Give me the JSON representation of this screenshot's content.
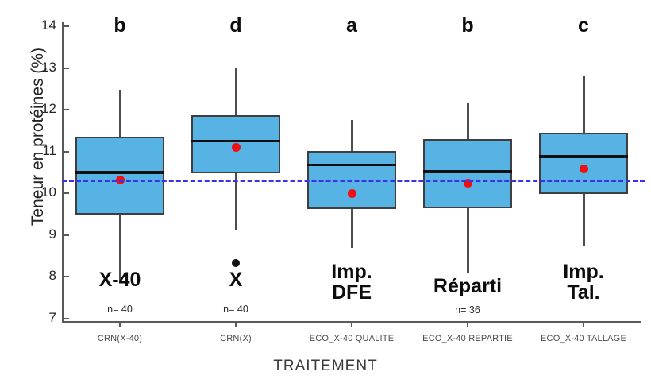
{
  "chart_data": {
    "type": "box",
    "title": "",
    "xlabel": "TRAITEMENT",
    "ylabel": "Teneur en protéines (%)",
    "ylim": [
      6.7,
      14.35
    ],
    "yticks": [
      7,
      8,
      9,
      10,
      11,
      12,
      13,
      14
    ],
    "ytick_labels": [
      "7",
      "8",
      "9",
      "10",
      "11",
      "12",
      "13",
      "14"
    ],
    "grid": false,
    "legend": "none",
    "reference_line": {
      "value": 10.32,
      "style": "dashed",
      "color": "#3a31e8",
      "label": ""
    },
    "categories": [
      "CRN(X-40)",
      "CRN(X)",
      "ECO_X-40 QUALITE",
      "ECO_X-40 REPARTIE",
      "ECO_X-40 TALLAGE"
    ],
    "display_names": [
      "X-40",
      "X",
      "Imp.\nDFE",
      "Réparti",
      "Imp.\nTal."
    ],
    "sample_size_labels": [
      "n= 40",
      "n= 40",
      "",
      "n= 36",
      ""
    ],
    "significance_letters": [
      "b",
      "d",
      "a",
      "b",
      "c"
    ],
    "boxes": [
      {
        "category": "CRN(X-40)",
        "whisker_low": 7.86,
        "q1": 9.5,
        "median": 10.5,
        "q3": 11.35,
        "whisker_high": 12.47,
        "mean": 10.32,
        "outliers": []
      },
      {
        "category": "CRN(X)",
        "whisker_low": 9.13,
        "q1": 10.48,
        "median": 11.25,
        "q3": 11.87,
        "whisker_high": 12.99,
        "mean": 11.1,
        "outliers": [
          8.34
        ]
      },
      {
        "category": "ECO_X-40 QUALITE",
        "whisker_low": 8.7,
        "q1": 9.62,
        "median": 10.68,
        "q3": 11.02,
        "whisker_high": 11.75,
        "mean": 10.0,
        "outliers": []
      },
      {
        "category": "ECO_X-40 REPARTIE",
        "whisker_low": 8.08,
        "q1": 9.64,
        "median": 10.52,
        "q3": 11.29,
        "whisker_high": 12.15,
        "mean": 10.25,
        "outliers": []
      },
      {
        "category": "ECO_X-40 TALLAGE",
        "whisker_low": 8.75,
        "q1": 9.98,
        "median": 10.88,
        "q3": 11.45,
        "whisker_high": 12.8,
        "mean": 10.58,
        "outliers": []
      }
    ],
    "colors": {
      "box_fill": "#57b3e4",
      "box_edge": "#3f3f3f",
      "median": "#111111",
      "mean_marker": "#ee1111",
      "outlier": "#111111",
      "reference_line": "#3a31e8",
      "axis": "#595959"
    }
  }
}
